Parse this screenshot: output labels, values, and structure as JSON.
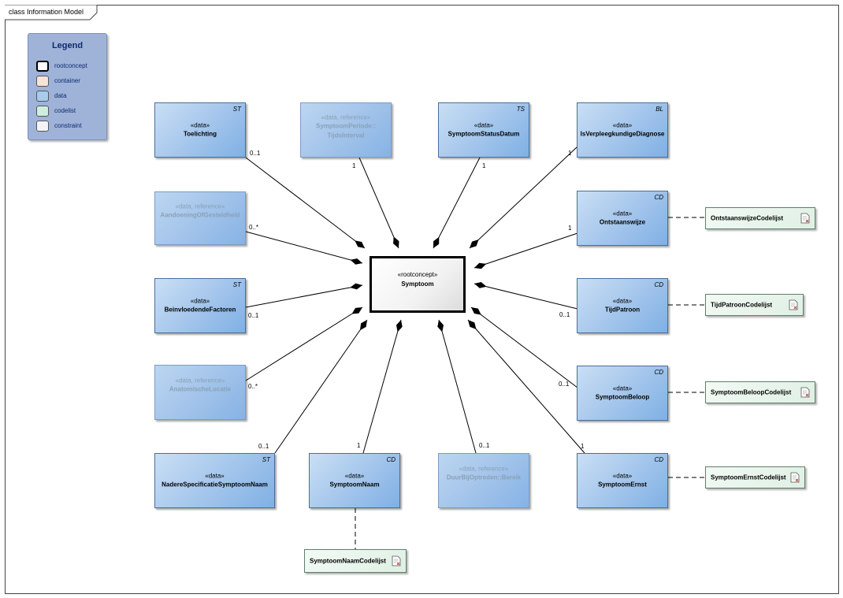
{
  "frame": {
    "title": "class Information Model"
  },
  "legend": {
    "title": "Legend",
    "items": [
      {
        "label": "rootconcept",
        "color": "#ffffff",
        "border": "#000000"
      },
      {
        "label": "container",
        "color": "#f6e4d6",
        "border": "#8a7a6e"
      },
      {
        "label": "data",
        "color": "#a6cbef",
        "border": "#5a7ea6"
      },
      {
        "label": "codelist",
        "color": "#cfeedd",
        "border": "#5f7f6a"
      },
      {
        "label": "constraint",
        "color": "#f4f4f8",
        "border": "#777777"
      }
    ]
  },
  "root": {
    "stereotype": "«rootconcept»",
    "name": "Symptoom"
  },
  "classes": {
    "toelichting": {
      "stereotype": "«data»",
      "name": "Toelichting",
      "type": "ST"
    },
    "symptoomperiode": {
      "stereotype": "«data, reference»",
      "name": "SymptoomPeriode::",
      "name2": "TijdsInterval"
    },
    "symptoomstatusdatum": {
      "stereotype": "«data»",
      "name": "SymptoomStatusDatum",
      "type": "TS"
    },
    "isverpleegkundigediagnose": {
      "stereotype": "«data»",
      "name": "IsVerpleegkundigeDiagnose",
      "type": "BL"
    },
    "aandoening": {
      "stereotype": "«data, reference»",
      "name": "AandoeningOfGesteldheid"
    },
    "ontstaanswijze": {
      "stereotype": "«data»",
      "name": "Ontstaanswijze",
      "type": "CD"
    },
    "beinvloedende": {
      "stereotype": "«data»",
      "name": "BeinvloedendeFactoren",
      "type": "ST"
    },
    "tijdpatroon": {
      "stereotype": "«data»",
      "name": "TijdPatroon",
      "type": "CD"
    },
    "anatomische": {
      "stereotype": "«data, reference»",
      "name": "AnatomischeLocatie"
    },
    "symptoombeloop": {
      "stereotype": "«data»",
      "name": "SymptoomBeloop",
      "type": "CD"
    },
    "nadere": {
      "stereotype": "«data»",
      "name": "NadereSpecificatieSymptoomNaam",
      "type": "ST"
    },
    "symptoomnaam": {
      "stereotype": "«data»",
      "name": "SymptoomNaam",
      "type": "CD"
    },
    "duur": {
      "stereotype": "«data, reference»",
      "name": "DuurBijOptreden::Bereik"
    },
    "symptoomernst": {
      "stereotype": "«data»",
      "name": "SymptoomErnst",
      "type": "CD"
    }
  },
  "codelists": {
    "ontstaanswijze": "OntstaanswijzeCodelijst",
    "tijdpatroon": "TijdPatroonCodelijst",
    "symptoombeloop": "SymptoomBeloopCodelijst",
    "symptoomernst": "SymptoomErnstCodelijst",
    "symptoomnaam": "SymptoomNaamCodelijst"
  },
  "multiplicities": {
    "toelichting": "0..1",
    "symptoomperiode": "1",
    "symptoomstatusdatum": "1",
    "isverpleegkundigediagnose": "1",
    "aandoening": "0..*",
    "ontstaanswijze": "1",
    "beinvloedende": "0..1",
    "tijdpatroon": "0..1",
    "anatomische": "0..*",
    "symptoombeloop": "0..1",
    "nadere": "0..1",
    "symptoomnaam": "1",
    "duur": "0..1",
    "symptoomernst": "1"
  }
}
